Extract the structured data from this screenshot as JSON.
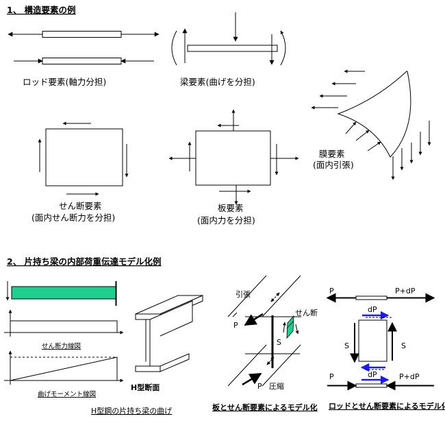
{
  "section1": {
    "title": "1、 構造要素の例",
    "rod_label": "ロッド要素(軸力分担)",
    "beam_label": "梁要素(曲げを分担)",
    "membrane_label_1": "膜要素",
    "membrane_label_2": "(面内引張)",
    "shear_label_1": "せん断要素",
    "shear_label_2": "(面内せん断力を分担)",
    "plate_label_1": "板要素",
    "plate_label_2": "(面内力を分担)"
  },
  "section2": {
    "title": "2、 片持ち梁の内部荷重伝達モデル化例",
    "shear_diagram_label": "せん断力線図",
    "moment_diagram_label": "曲げモーメント線図",
    "h_section_label": "H型断面",
    "cantilever_caption": "H型鋼の片持ち梁の曲げ",
    "plate_model": {
      "tension": "引張",
      "shear": "せん断",
      "compression": "圧縮",
      "p_top": "P",
      "p_bottom": "P",
      "s": "S",
      "caption": "板とせん断要素によるモデル化"
    },
    "rod_model": {
      "p_left_top": "P",
      "p_right_top": "P+dP",
      "dp_top": "dP",
      "s_left": "S",
      "s_right": "S",
      "dp_bottom": "dP",
      "p_left_bottom": "P",
      "p_right_bottom": "P+dP",
      "caption": "ロッドとせん断要素によるモデル化"
    }
  },
  "colors": {
    "beam_fill": "#1fcf8f",
    "dp_arrow": "#1a1aff",
    "line": "#000000"
  }
}
